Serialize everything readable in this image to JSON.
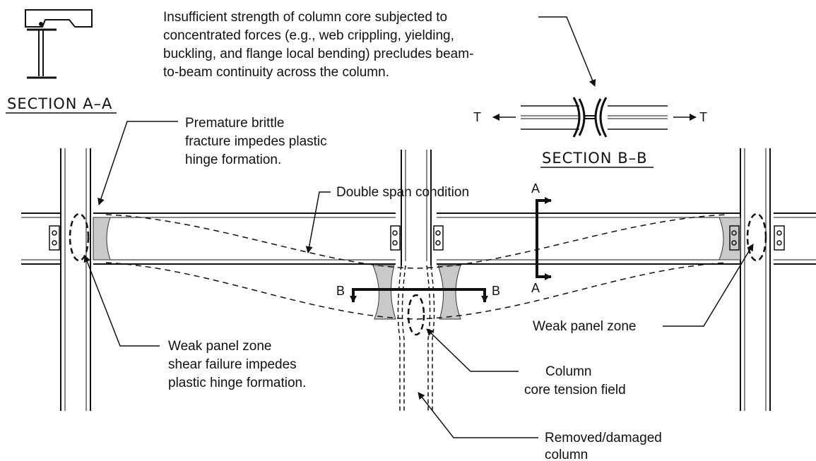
{
  "labels": {
    "section_aa": "SECTION A–A",
    "section_bb": "SECTION B–B",
    "insufficient_strength": [
      "Insufficient strength of column core subjected to",
      "concentrated forces (e.g., web crippling, yielding,",
      "buckling, and flange local bending) precludes beam-",
      "to-beam continuity across the column."
    ],
    "premature_fracture": [
      "Premature brittle",
      "fracture impedes plastic",
      "hinge formation."
    ],
    "double_span": "Double span condition",
    "weak_panel_left": [
      "Weak panel zone",
      "shear failure impedes",
      "plastic hinge formation."
    ],
    "weak_panel_right": "Weak panel zone",
    "tension_field": [
      "Column",
      "core tension field"
    ],
    "removed_column": [
      "Removed/damaged",
      "column"
    ],
    "tension_left": "T",
    "tension_right": "T",
    "cut_b_left": "B",
    "cut_b_right": "B",
    "cut_a_top": "A",
    "cut_a_bottom": "A"
  }
}
